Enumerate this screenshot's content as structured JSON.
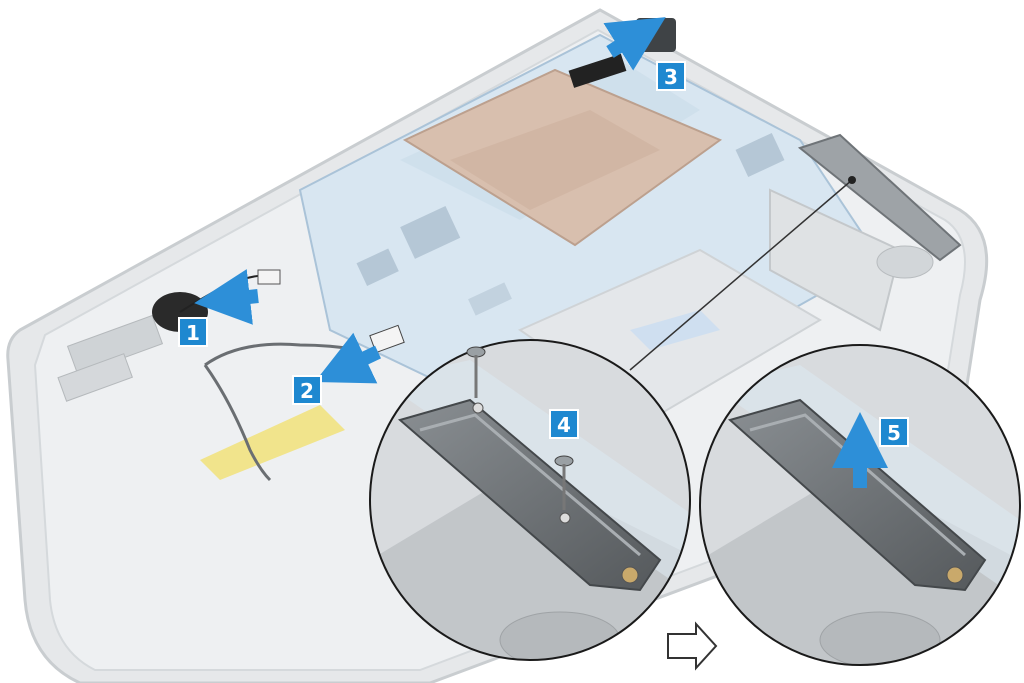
{
  "steps": [
    {
      "label": "1"
    },
    {
      "label": "2"
    },
    {
      "label": "3"
    },
    {
      "label": "4"
    },
    {
      "label": "5"
    }
  ],
  "colors": {
    "badge": "#1e88d0",
    "arrow": "#2d8fd8",
    "board": "#d8e6f1",
    "chassis": "#e3e5e7",
    "heatsink": "#d8bfae",
    "bracket": "#6f7478",
    "tape": "#f1e27a"
  },
  "icons": [
    "blue-arrow-icon",
    "screw-icon",
    "next-arrow-icon"
  ]
}
